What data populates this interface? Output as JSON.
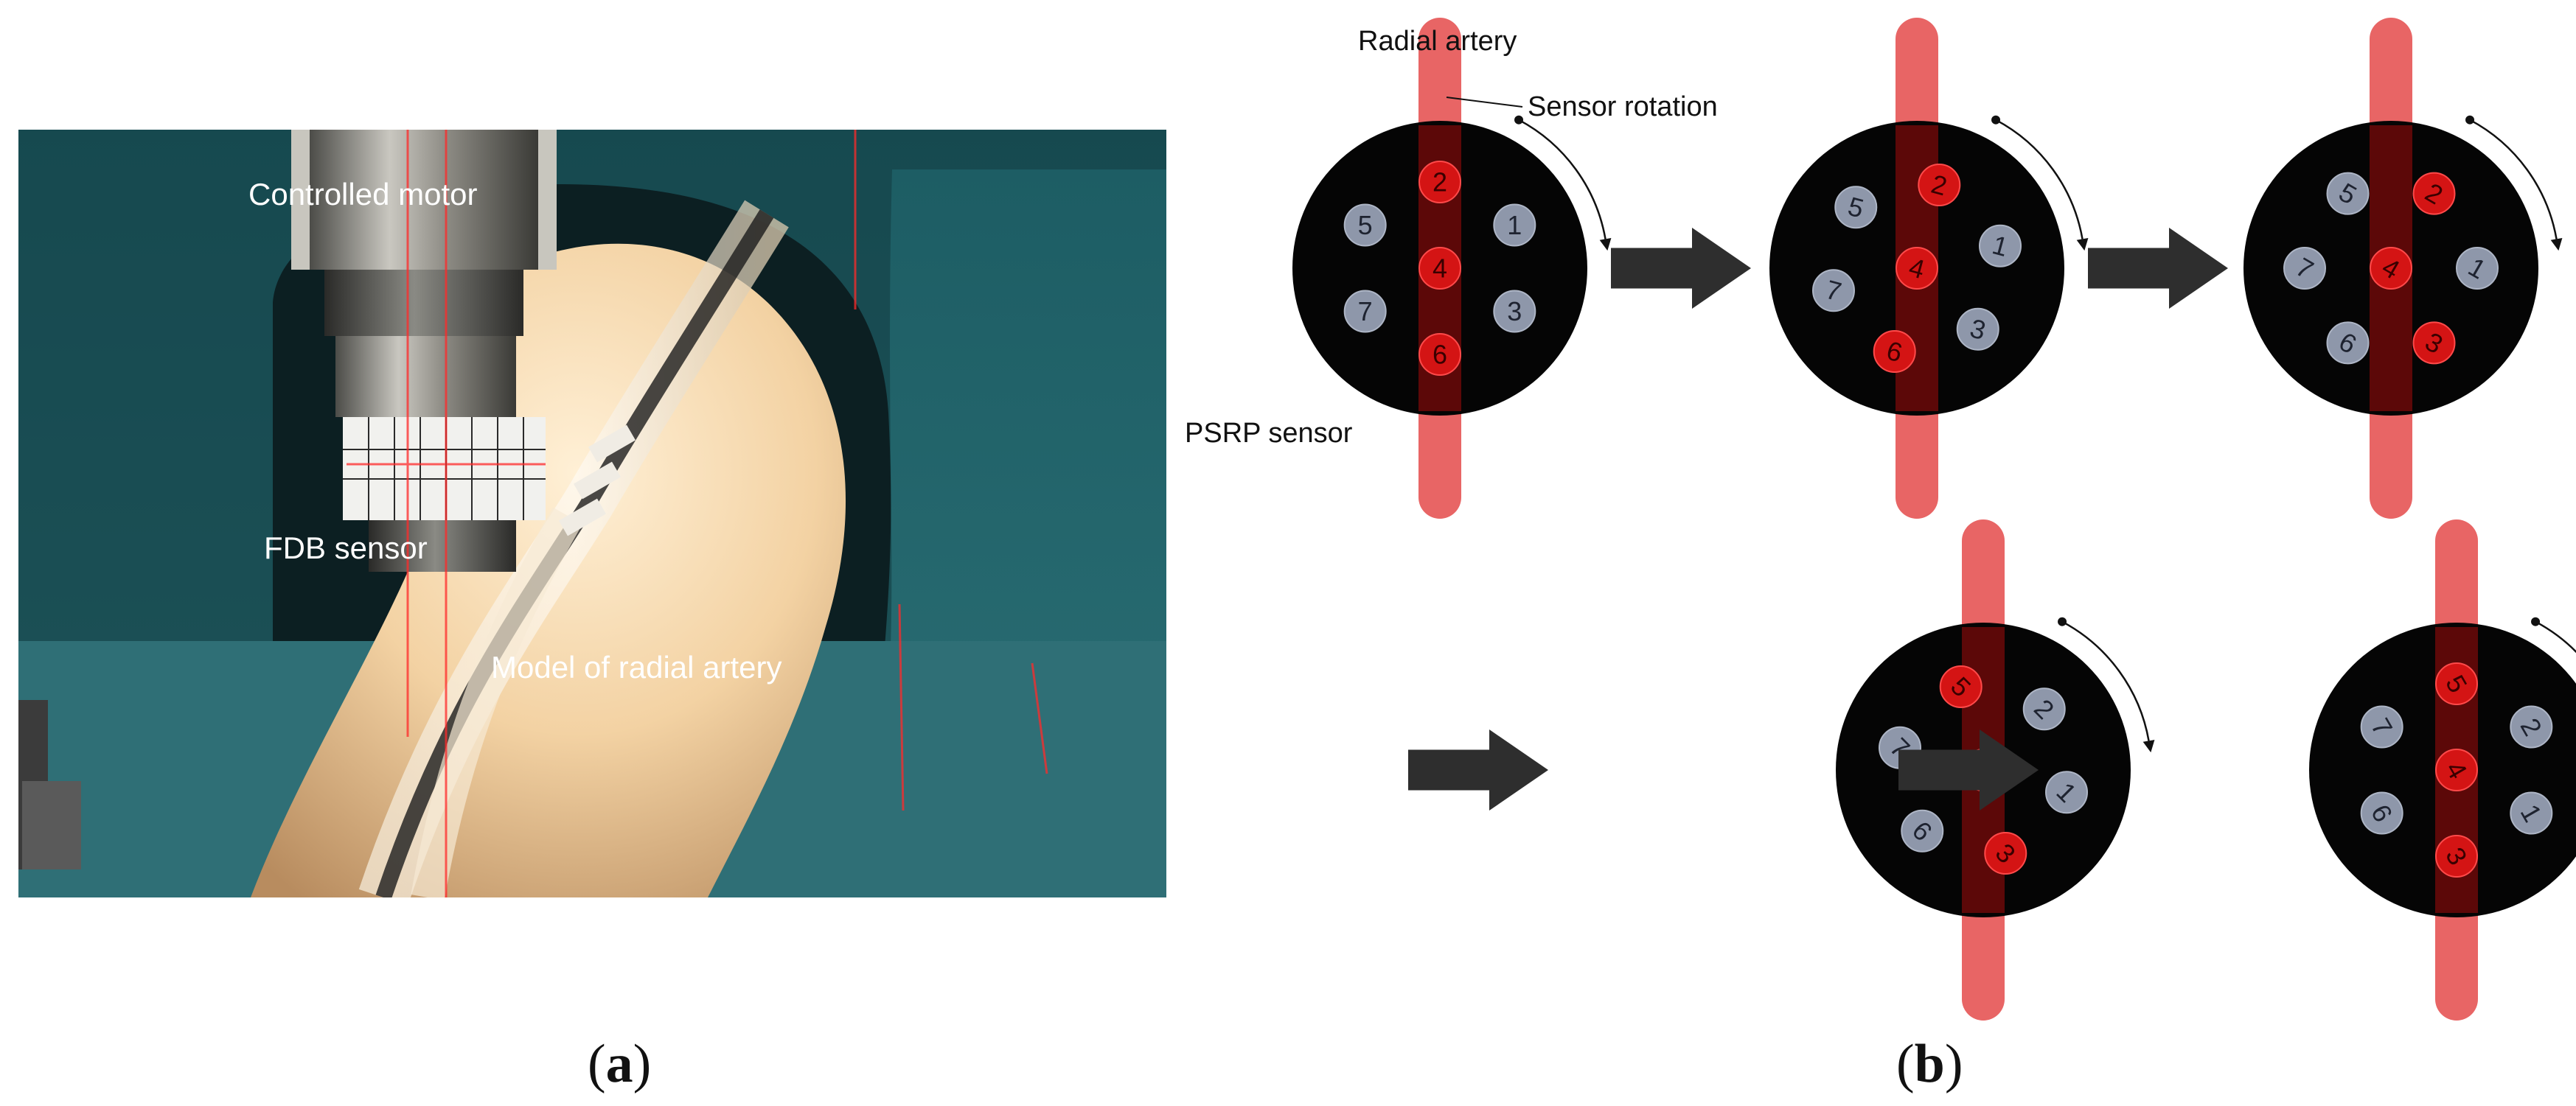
{
  "panel_a": {
    "labels": {
      "motor": "Controlled motor",
      "sensor": "FDB sensor",
      "artery": "Model of radial artery"
    },
    "caption": {
      "open": "(",
      "letter": "a",
      "close": ")"
    }
  },
  "panel_b": {
    "labels": {
      "artery": "Radial artery",
      "rotation": "Sensor rotation",
      "sensor": "PSRP sensor"
    },
    "caption": {
      "open": "(",
      "letter": "b",
      "close": ")"
    },
    "element_numbers": [
      "1",
      "2",
      "3",
      "4",
      "5",
      "6",
      "7"
    ],
    "rotation_steps": [
      {
        "angle_deg": 0,
        "on_artery": [
          "2",
          "4",
          "6"
        ]
      },
      {
        "angle_deg": 15,
        "on_artery": [
          "2",
          "4",
          "6"
        ]
      },
      {
        "angle_deg": 30,
        "on_artery": [
          "2",
          "4",
          "3"
        ]
      },
      {
        "angle_deg": 45,
        "on_artery": [
          "5",
          "4",
          "3"
        ]
      },
      {
        "angle_deg": 60,
        "on_artery": [
          "5",
          "4",
          "3"
        ]
      }
    ],
    "colors": {
      "disk": "#050505",
      "element": "#8e97aa",
      "element_on_artery": "#d41414",
      "artery": "#e44a4a",
      "arrow": "#2e2e2e"
    }
  }
}
